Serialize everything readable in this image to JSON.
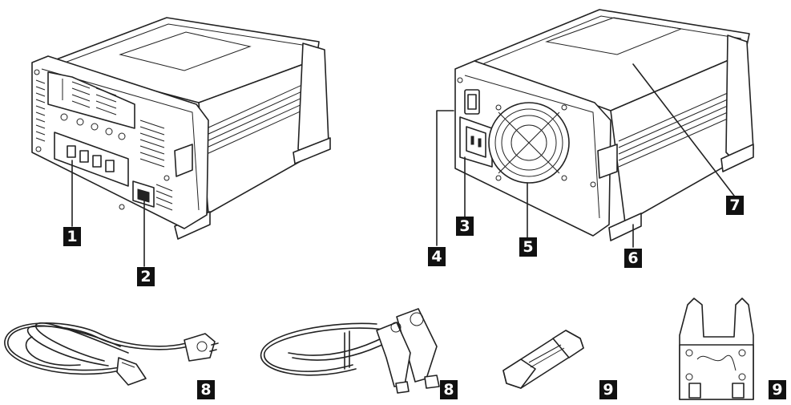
{
  "labels": [
    {
      "id": "1",
      "text": "1"
    },
    {
      "id": "2",
      "text": "2"
    },
    {
      "id": "3",
      "text": "3"
    },
    {
      "id": "4",
      "text": "4"
    },
    {
      "id": "5",
      "text": "5"
    },
    {
      "id": "6",
      "text": "6"
    },
    {
      "id": "7",
      "text": "7"
    },
    {
      "id": "8a",
      "text": "8"
    },
    {
      "id": "8b",
      "text": "8"
    },
    {
      "id": "9a",
      "text": "9"
    },
    {
      "id": "9b",
      "text": "9"
    }
  ],
  "parts": [
    {
      "name": "charger-rear-view"
    },
    {
      "name": "charger-front-view"
    },
    {
      "name": "power-cord"
    },
    {
      "name": "battery-clamp-cable"
    },
    {
      "name": "glass-fuse"
    },
    {
      "name": "fuse-holder-clip"
    }
  ]
}
